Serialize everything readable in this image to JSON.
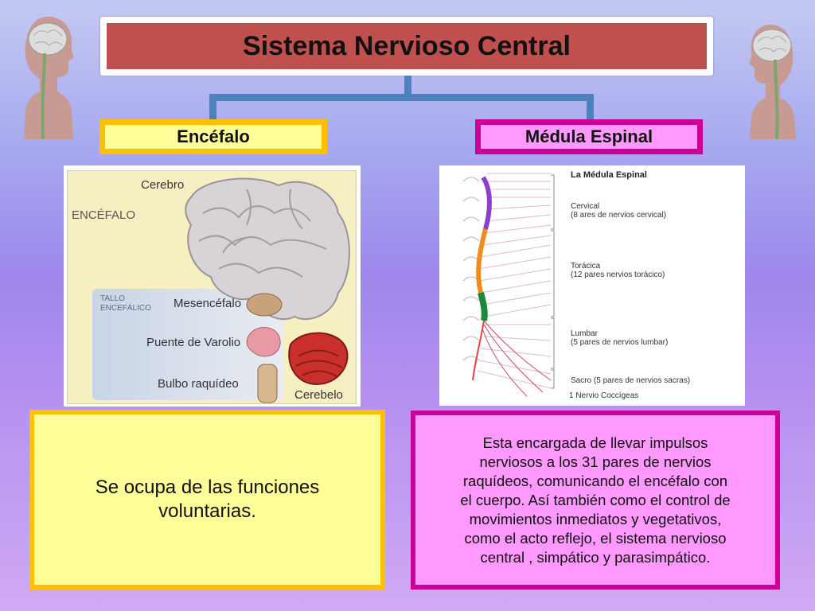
{
  "title": "Sistema Nervioso Central",
  "left": {
    "header": "Encéfalo",
    "labels": {
      "encefalo": "ENCÉFALO",
      "cerebro": "Cerebro",
      "tallo_line1": "TALLO",
      "tallo_line2": "ENCEFÁLICO",
      "mesencefalo": "Mesencéfalo",
      "puente": "Puente de Varolio",
      "bulbo": "Bulbo raquídeo",
      "cerebelo": "Cerebelo"
    },
    "description": "Se ocupa de las funciones\nvoluntarias."
  },
  "right": {
    "header": "Médula Espinal",
    "labels": {
      "title": "La Médula Espinal",
      "cervical": "Cervical",
      "cervical_sub": "(8 ares de nervios cervical)",
      "toracica": "Torácica",
      "toracica_sub": "(12 pares nervios torácico)",
      "lumbar": "Lumbar",
      "lumbar_sub": "(5 pares de nervios lumbar)",
      "sacro": "Sacro (5 pares de nervios sacras)",
      "coccigeo": "1 Nervio Coccígeas"
    },
    "description": "Esta encargada de llevar impulsos\nnerviosos a los 31 pares de nervios\nraquídeos, comunicando el encéfalo con\nel cuerpo.  Así también como el control de\nmovimientos inmediatos y vegetativos,\ncomo el acto reflejo, el sistema nervioso\ncentral , simpático y parasimpático."
  },
  "colors": {
    "title_bg": "#c0504d",
    "connector": "#4f81bd",
    "left_fill": "#ffff99",
    "left_border": "#ffc000",
    "right_fill": "#ff99ff",
    "right_border": "#cc0099"
  }
}
